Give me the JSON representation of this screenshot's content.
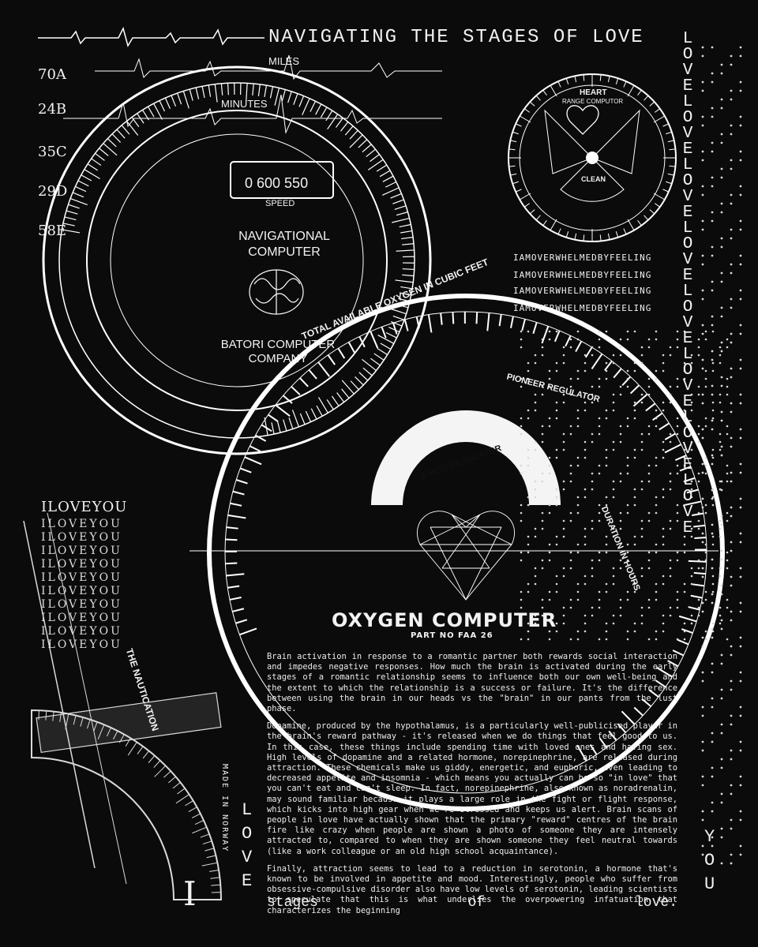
{
  "header": {
    "title": "NAVIGATING  THE  STAGES  OF  LOVE"
  },
  "left_labels": [
    "70A",
    "24B",
    "35C",
    "29D",
    "58E"
  ],
  "vertical_love": "LOVELOVELOVELOVELOVELOVELOVELOVE",
  "heart_computer": {
    "title": "HEART",
    "subtitle": "RANGE COMPUTOR",
    "center": "CLEAN"
  },
  "navigational_computer": {
    "title": "NAVIGATIONAL COMPUTER",
    "company": "BATORI COMPUTER COMPANY",
    "speed_label": "SPEED",
    "speed_values": "0 600 550",
    "miles": "MILES",
    "minutes": "MINUTES"
  },
  "typed_lines": [
    "IAMOVERWHELMEDBYFEELING",
    "IAMOVERWHELMEDBYFEELING",
    "IAMOVERWHELMEDBYFEELING",
    "IAMOVERWHELMEDBYFEELING"
  ],
  "oxygen_computer": {
    "title": "OXYGEN COMPUTER",
    "part": "PART NO FAA 26",
    "arc_label": "A MCO REGULATOR",
    "ring_text": "TOTAL AVAILABLE OXYGEN IN CUBIC FEET",
    "regulator": "PIONEER REGULATOR",
    "duration": "DURATION IN HOURS"
  },
  "protractor": {
    "label": "THE NAUTICATION",
    "made_in": "MADE IN NORWAY"
  },
  "iloveyou": "ILOVEYOU",
  "article": {
    "p1": "Brain activation in response to a romantic partner both rewards social interaction and impedes negative responses. How much the brain is activated during the early stages of a romantic relationship seems to influence both our own well-being and the extent to which the relationship is a success or failure. It's the difference between using the brain in our heads vs the \"brain\" in our pants from the lust phase.",
    "p2": "Dopamine, produced by the hypothalamus, is a particularly well-publicised player in the brain's reward pathway - it's released when we do things that feel good to us. In this case, these things include spending time with loved ones and having sex. High levels of dopamine and a related hormone, norepinephrine, are released during attraction. These chemicals make us giddy, energetic, and euphoric, even leading to decreased appetite and insomnia - which means you actually can be so \"in love\" that you can't eat and can't sleep. In fact, norepinephrine, also known as noradrenalin, may sound familiar because it plays a large role in the fight or flight response, which kicks into high gear when we're stressed and keeps us alert. Brain scans of people in love have actually shown that the primary \"reward\" centres of the brain fire like crazy when people are shown a photo of someone they are intensely attracted to, compared to when they are shown someone they feel neutral towards (like a work colleague or an old high school acquaintance).",
    "p3": "Finally, attraction seems to lead to a reduction in serotonin, a hormone that's known to be involved in appetite and mood. Interestingly, people who suffer from obsessive-compulsive disorder also have low levels of serotonin, leading scientists to speculate that this is what underlies the overpowering infatuation that characterizes the beginning"
  },
  "footer": {
    "left_letter": "I",
    "love_word": "LOVE",
    "you_word": "YOU",
    "stages": "stages",
    "of": "of",
    "love": "love."
  }
}
